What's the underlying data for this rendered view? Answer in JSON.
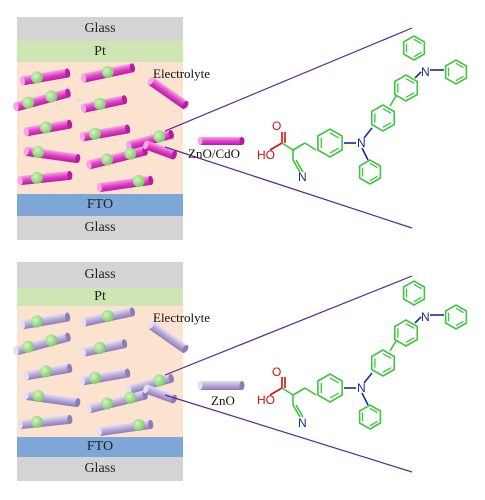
{
  "panels": [
    {
      "glass_top": "Glass",
      "pt": "Pt",
      "electrolyte": "Electrolyte",
      "fto": "FTO",
      "glass_bottom": "Glass",
      "rod_label": "ZnO/CdO",
      "rod_color": "#e040c8",
      "ho": "HO",
      "o": "O",
      "n_cyano": "N",
      "n_mid": "N",
      "n_top": "N"
    },
    {
      "glass_top": "Glass",
      "pt": "Pt",
      "electrolyte": "Electrolyte",
      "fto": "FTO",
      "glass_bottom": "Glass",
      "rod_label": "ZnO",
      "rod_color": "#b8a8d8",
      "ho": "HO",
      "o": "O",
      "n_cyano": "N",
      "n_mid": "N",
      "n_top": "N"
    }
  ],
  "colors": {
    "glass": "#d4d4d4",
    "pt": "#cfe6b4",
    "electrolyte": "#fbe3cf",
    "fto": "#7ea6d6",
    "dye": "#3ec43e",
    "zoom_line": "#5a2a8a",
    "oxygen": "#d01010",
    "nitrogen": "#1c2a9c"
  }
}
